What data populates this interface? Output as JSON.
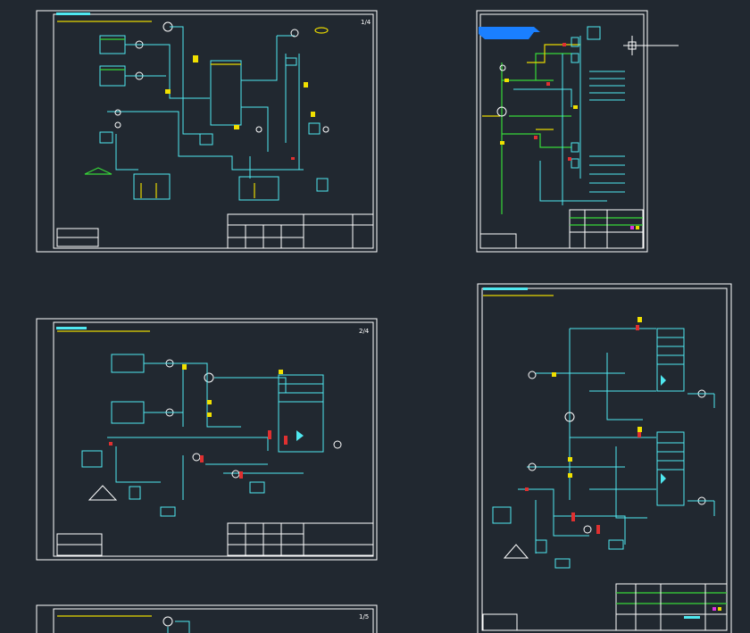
{
  "sheets": [
    {
      "id": "sheet-1",
      "number": "1/4"
    },
    {
      "id": "sheet-2",
      "number": ""
    },
    {
      "id": "sheet-3",
      "number": "2/4"
    },
    {
      "id": "sheet-4",
      "number": ""
    },
    {
      "id": "sheet-5",
      "number": "1/5"
    }
  ],
  "colors": {
    "background": "#212830",
    "pipe": "#4fe8f0",
    "frame": "#ffffff",
    "accent_green": "#38d838",
    "accent_yellow": "#e8d800",
    "accent_red": "#e03030",
    "accent_blue": "#1a7fff",
    "accent_magenta": "#e030e0"
  }
}
